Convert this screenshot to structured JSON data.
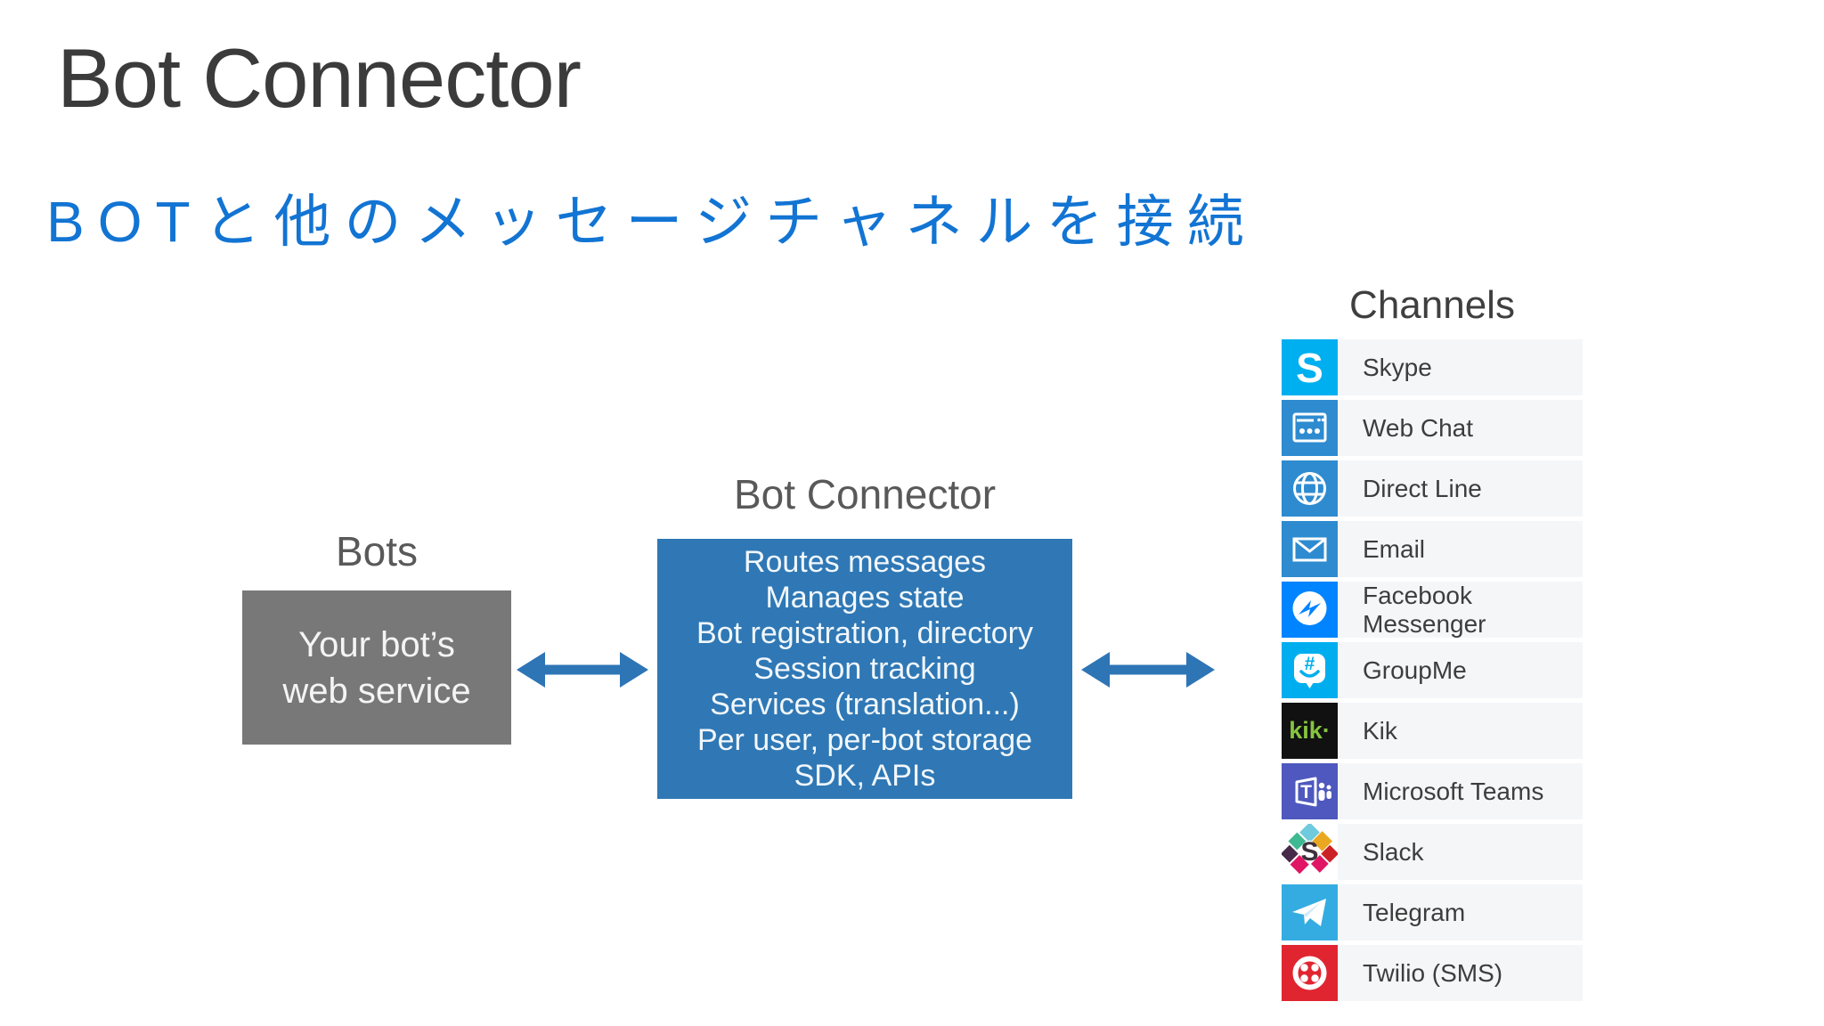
{
  "slide": {
    "title": "Bot Connector",
    "subtitle": "BOTと他のメッセージチャネルを接続"
  },
  "diagram": {
    "bots": {
      "label": "Bots",
      "box_line1": "Your bot’s",
      "box_line2": "web service"
    },
    "connector": {
      "label": "Bot Connector",
      "lines": [
        "Routes messages",
        "Manages state",
        "Bot registration, directory",
        "Session tracking",
        "Services (translation...)",
        "Per user, per-bot storage",
        "SDK, APIs"
      ]
    }
  },
  "channels": {
    "header": "Channels",
    "items": [
      {
        "label": "Skype",
        "icon": "skype-icon",
        "color": "#00aff0"
      },
      {
        "label": "Web Chat",
        "icon": "webchat-icon",
        "color": "#2e8bd0"
      },
      {
        "label": "Direct Line",
        "icon": "directline-icon",
        "color": "#2e8bd0"
      },
      {
        "label": "Email",
        "icon": "email-icon",
        "color": "#2e8bd0"
      },
      {
        "label": "Facebook Messenger",
        "icon": "messenger-icon",
        "color": "#0084ff"
      },
      {
        "label": "GroupMe",
        "icon": "groupme-icon",
        "color": "#00aeef"
      },
      {
        "label": "Kik",
        "icon": "kik-icon",
        "color": "#111111"
      },
      {
        "label": "Microsoft Teams",
        "icon": "teams-icon",
        "color": "#4e58be"
      },
      {
        "label": "Slack",
        "icon": "slack-icon",
        "color": "#ffffff"
      },
      {
        "label": "Telegram",
        "icon": "telegram-icon",
        "color": "#35ace1"
      },
      {
        "label": "Twilio (SMS)",
        "icon": "twilio-icon",
        "color": "#e02531"
      }
    ]
  },
  "colors": {
    "subtitle_blue": "#1274d3",
    "connector_box_blue": "#2f78b5",
    "bots_box_gray": "#787878",
    "arrow_blue": "#2e75b6",
    "row_background": "#f5f6f8",
    "label_text": "#3d3d3d"
  }
}
